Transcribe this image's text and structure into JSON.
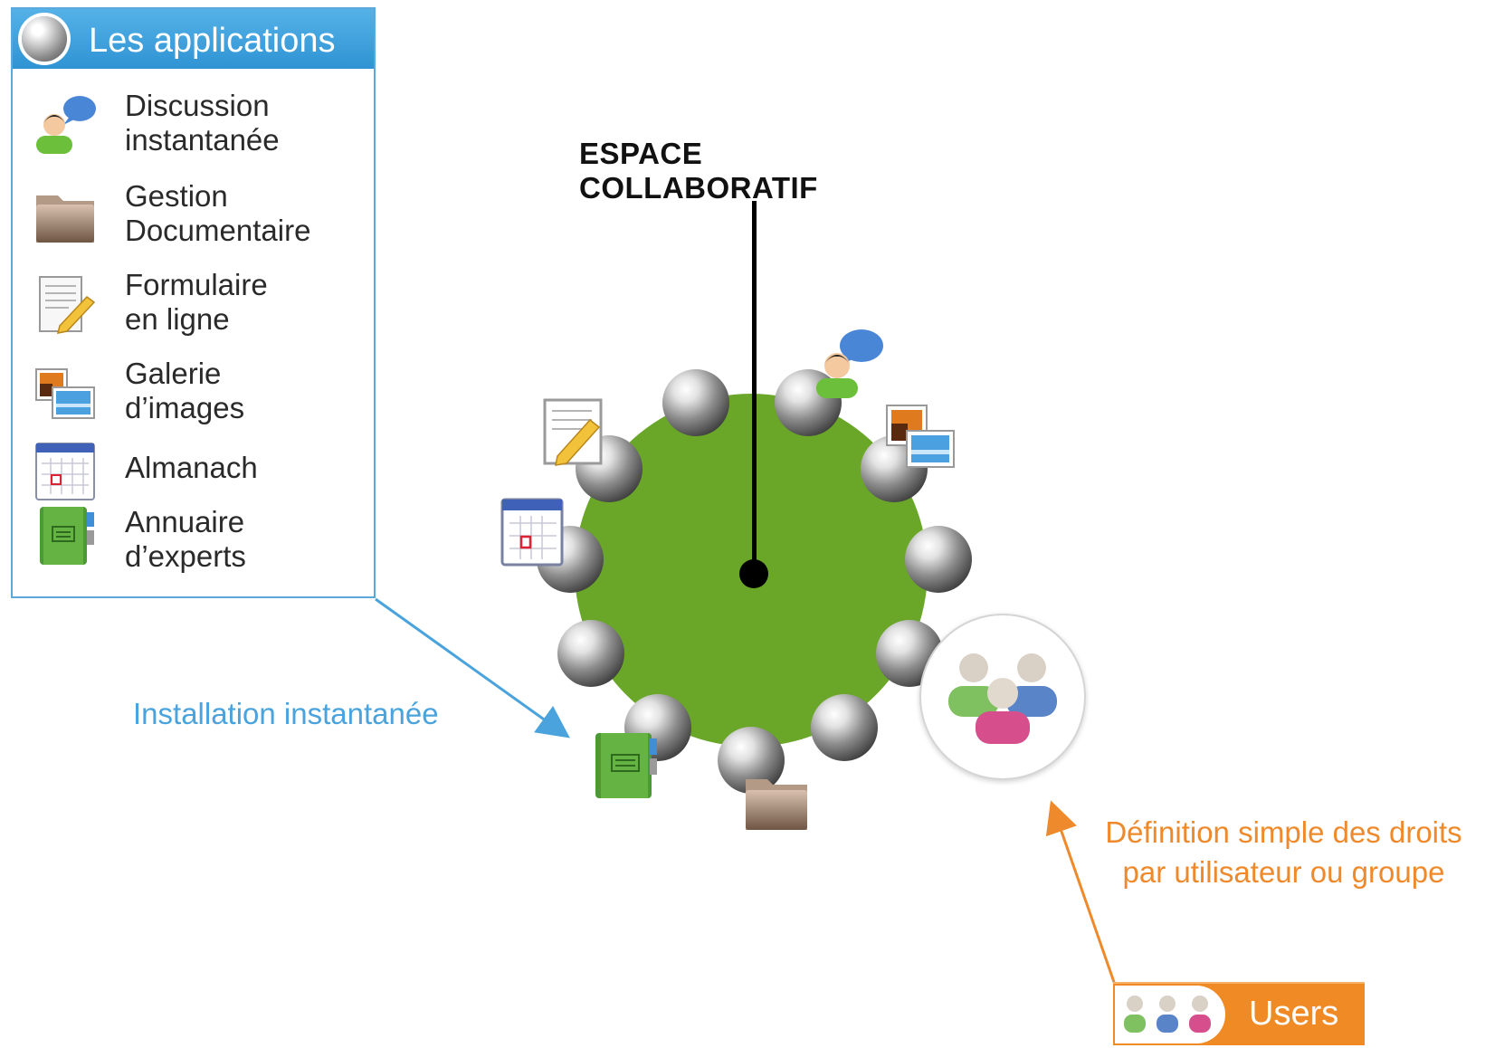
{
  "apps_panel": {
    "title": "Les applications",
    "items": [
      {
        "label_line1": "Discussion",
        "label_line2": "instantanée",
        "icon": "chat-user-icon"
      },
      {
        "label_line1": "Gestion",
        "label_line2": "Documentaire",
        "icon": "folder-icon"
      },
      {
        "label_line1": "Formulaire",
        "label_line2": "en ligne",
        "icon": "form-pencil-icon"
      },
      {
        "label_line1": "Galerie",
        "label_line2": "d’images",
        "icon": "image-gallery-icon"
      },
      {
        "label_line1": "Almanach",
        "label_line2": "",
        "icon": "calendar-icon"
      },
      {
        "label_line1": "Annuaire",
        "label_line2": "d’experts",
        "icon": "address-book-icon"
      }
    ]
  },
  "diagram": {
    "title": "ESPACE COLLABORATIF",
    "install_label": "Installation instantanée",
    "rights_label_line1": "Définition simple des droits",
    "rights_label_line2": "par utilisateur ou groupe",
    "users_label": "Users",
    "colors": {
      "table_green": "#6aa628",
      "install_blue": "#4aa3dc",
      "rights_orange": "#ef8a2c",
      "panel_blue": "#2f93d3"
    }
  }
}
